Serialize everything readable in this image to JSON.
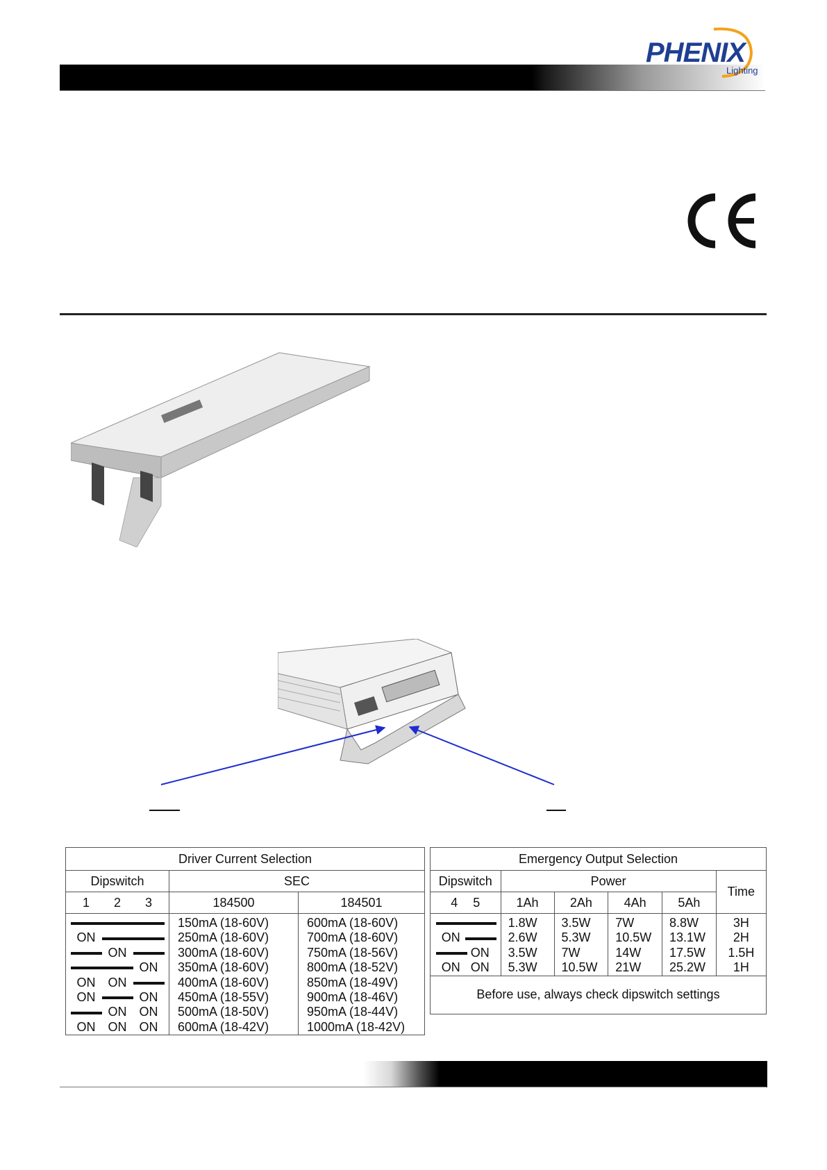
{
  "logo": {
    "name": "PHENIX",
    "sub": "Lighting"
  },
  "icons": {
    "ce": "ce-mark-icon",
    "logo_arc": "arc-icon"
  },
  "colors": {
    "brand_blue": "#1f3f93",
    "brand_orange": "#f2a21b",
    "arrow_blue": "#1e2ccf"
  },
  "driver_table": {
    "title": "Driver Current Selection",
    "dip_header": "Dipswitch",
    "sec_header": "SEC",
    "col_numbers": [
      "1",
      "2",
      "3"
    ],
    "models": [
      "184500",
      "184501"
    ],
    "rows": [
      {
        "sw": [
          "",
          "",
          ""
        ],
        "a": "150mA (18-60V)",
        "b": "600mA (18-60V)"
      },
      {
        "sw": [
          "ON",
          "",
          ""
        ],
        "a": "250mA (18-60V)",
        "b": "700mA (18-60V)"
      },
      {
        "sw": [
          "",
          "ON",
          ""
        ],
        "a": "300mA (18-60V)",
        "b": "750mA (18-56V)"
      },
      {
        "sw": [
          "",
          "",
          "ON"
        ],
        "a": "350mA (18-60V)",
        "b": "800mA (18-52V)"
      },
      {
        "sw": [
          "ON",
          "ON",
          ""
        ],
        "a": "400mA (18-60V)",
        "b": "850mA (18-49V)"
      },
      {
        "sw": [
          "ON",
          "",
          "ON"
        ],
        "a": "450mA (18-55V)",
        "b": "900mA (18-46V)"
      },
      {
        "sw": [
          "",
          "ON",
          "ON"
        ],
        "a": "500mA (18-50V)",
        "b": "950mA (18-44V)"
      },
      {
        "sw": [
          "ON",
          "ON",
          "ON"
        ],
        "a": "600mA (18-42V)",
        "b": "1000mA (18-42V)"
      }
    ]
  },
  "emergency_table": {
    "title": "Emergency Output Selection",
    "dip_header": "Dipswitch",
    "power_header": "Power",
    "time_header": "Time",
    "col_numbers": [
      "4",
      "5"
    ],
    "capacities": [
      "1Ah",
      "2Ah",
      "4Ah",
      "5Ah"
    ],
    "rows": [
      {
        "sw": [
          "",
          ""
        ],
        "p": [
          "1.8W",
          "3.5W",
          "7W",
          "8.8W"
        ],
        "t": "3H"
      },
      {
        "sw": [
          "ON",
          ""
        ],
        "p": [
          "2.6W",
          "5.3W",
          "10.5W",
          "13.1W"
        ],
        "t": "2H"
      },
      {
        "sw": [
          "",
          "ON"
        ],
        "p": [
          "3.5W",
          "7W",
          "14W",
          "17.5W"
        ],
        "t": "1.5H"
      },
      {
        "sw": [
          "ON",
          "ON"
        ],
        "p": [
          "5.3W",
          "10.5W",
          "21W",
          "25.2W"
        ],
        "t": "1H"
      }
    ],
    "note": "Before use, always check dipswitch settings"
  }
}
